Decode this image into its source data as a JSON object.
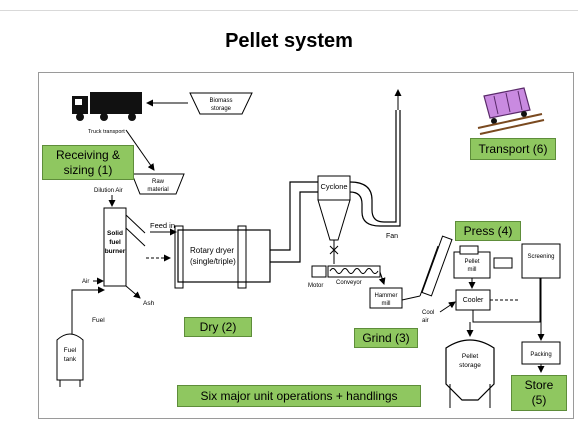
{
  "title": "Pellet system",
  "labels": {
    "biomass_storage": "Biomass storage",
    "truck_transport": "Truck transport",
    "raw_material": "Raw material",
    "dilution_air": "Dilution Air",
    "feed_in": "Feed in",
    "solid_fuel_burner": "Solid fuel burner",
    "air": "Air",
    "ash": "Ash",
    "fuel": "Fuel",
    "fuel_tank": "Fuel tank",
    "rotary_dryer": "Rotary dryer (single/triple)",
    "cyclone": "Cyclone",
    "fan": "Fan",
    "motor": "Motor",
    "conveyor": "Conveyor",
    "hammer_mill": "Hammer mill",
    "cool_air": "Cool air",
    "pellet_mill": "Pellet mill",
    "cooler": "Cooler",
    "screening": "Screening",
    "packing": "Packing",
    "pellet_storage": "Pellet storage"
  },
  "steps": {
    "receiving": "Receiving & sizing  (1)",
    "dry": "Dry (2)",
    "grind": "Grind (3)",
    "press": "Press (4)",
    "store": "Store (5)",
    "transport": "Transport (6)"
  },
  "footer_note": "Six major unit operations + handlings",
  "colors": {
    "step_box": "#8fc760",
    "wagon": "#c98ae0"
  }
}
